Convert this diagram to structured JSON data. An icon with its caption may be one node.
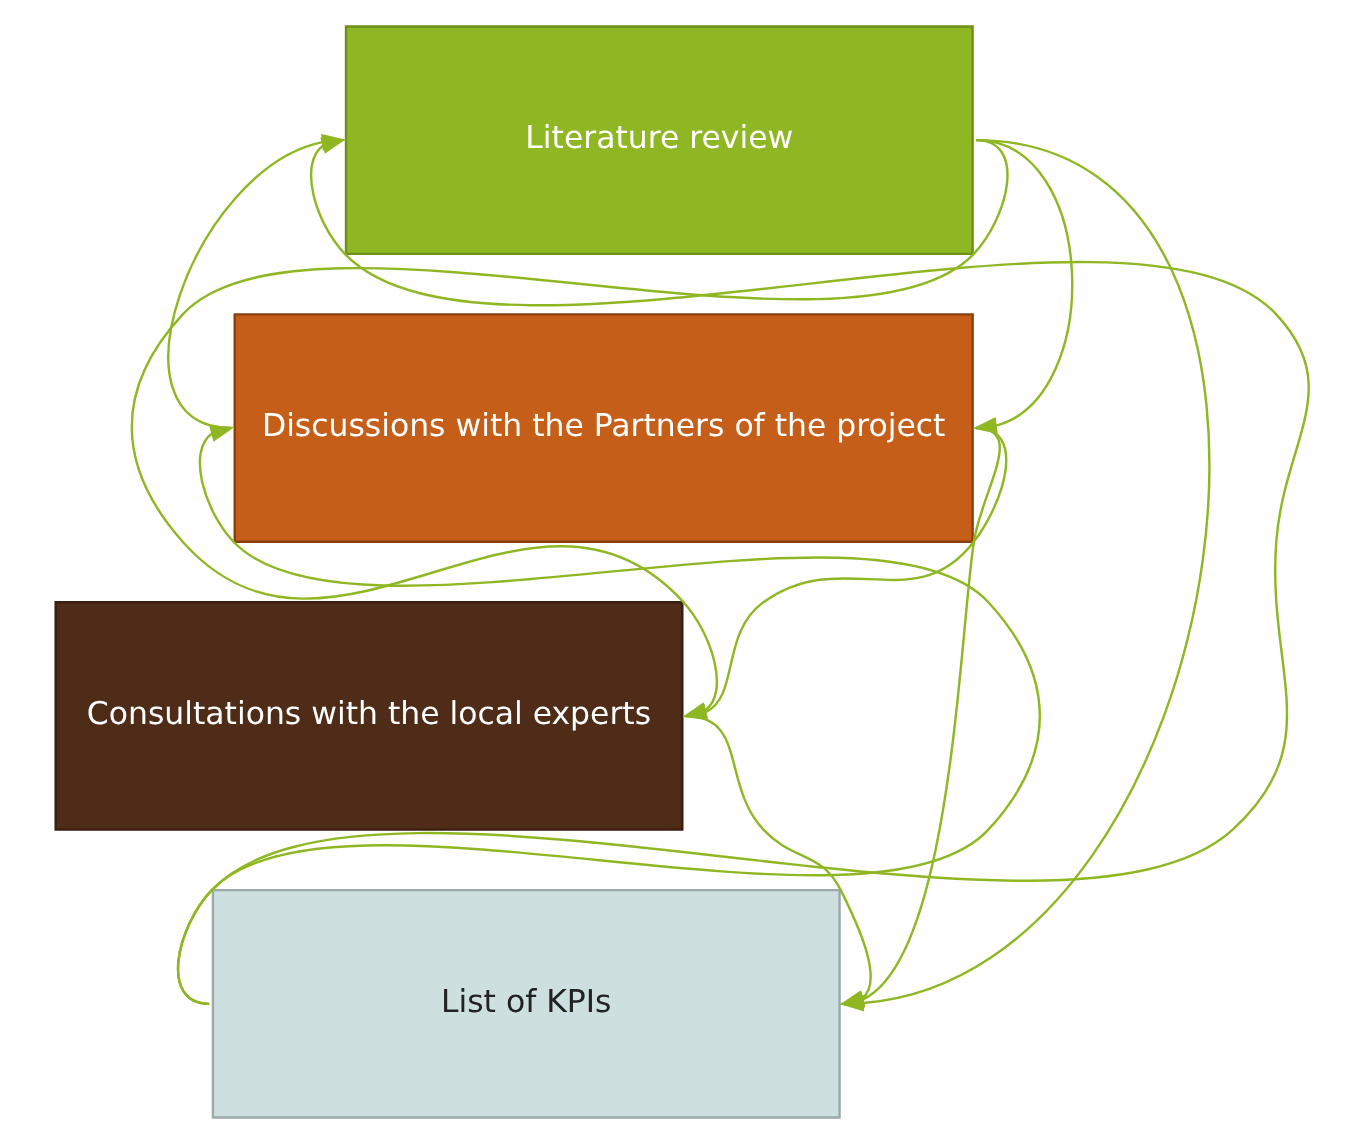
{
  "diagram": {
    "nodes": [
      {
        "text": [
          "Literature review"
        ]
      },
      {
        "text": [
          "Discussions with the Partners of the project"
        ]
      },
      {
        "text": [
          "Consultations with the local experts"
        ]
      },
      {
        "text": [
          "List of KPIs"
        ]
      }
    ],
    "edges": [
      {
        "from": 0,
        "to": 1,
        "arrow": "to"
      },
      {
        "from": 0,
        "to": 2,
        "arrow": "to"
      },
      {
        "from": 0,
        "to": 3,
        "arrow": "to"
      },
      {
        "from": 1,
        "to": 2,
        "arrow": "to"
      },
      {
        "from": 1,
        "to": 3,
        "arrow": "to"
      },
      {
        "from": 2,
        "to": 3,
        "arrow": "to"
      },
      {
        "from": 1,
        "to": 0,
        "arrow": "to"
      },
      {
        "from": 3,
        "to": 0,
        "arrow": "to"
      },
      {
        "from": 3,
        "to": 1,
        "arrow": "to"
      }
    ]
  }
}
